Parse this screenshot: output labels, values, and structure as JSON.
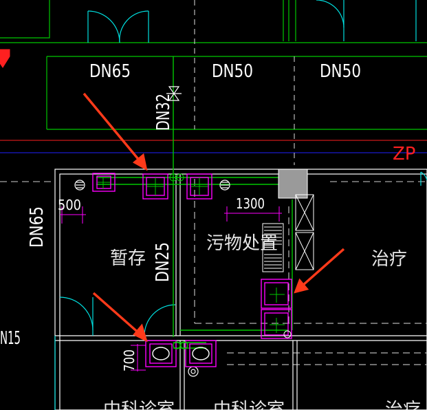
{
  "drawing": {
    "pipe_labels": {
      "dn65_top": "DN65",
      "dn50_mid": "DN50",
      "dn50_right": "DN50",
      "dn32": "DN32",
      "dn65_left": "DN65",
      "dn25": "DN25",
      "dn15": "N15"
    },
    "axis_label": "ZP",
    "dimensions": {
      "d500": "500",
      "d1300": "1300",
      "d700": "700"
    },
    "rooms": {
      "storage": "暂存",
      "dirt_disposal": "污物处置",
      "treatment": "治疗",
      "bottom_left": "中科诊室",
      "bottom_mid": "中科诊室",
      "bottom_right": "治疗"
    }
  },
  "colors": {
    "background": "#000000",
    "wall": "#ffffff",
    "pipe_green": "#00c800",
    "fixture_magenta": "#ff00ff",
    "door_cyan": "#00e0e0",
    "axis_red": "#ff2020",
    "axis_blue": "#2020ff",
    "arrow_red": "#ff3a1a",
    "text_white": "#ffffff",
    "text_red": "#ff2020",
    "box_gray": "#9a9a9a"
  }
}
